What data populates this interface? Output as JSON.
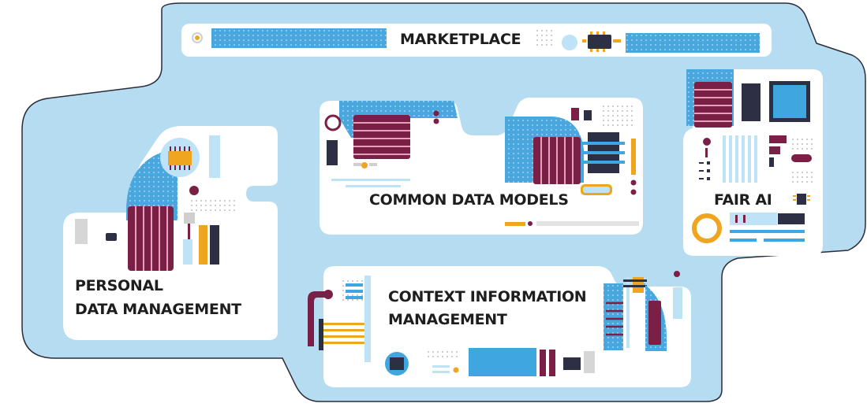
{
  "modules": {
    "marketplace": {
      "label": "MARKETPLACE"
    },
    "common_data_models": {
      "label": "COMMON DATA MODELS"
    },
    "fair_ai": {
      "label": "FAIR AI"
    },
    "personal_data_management": {
      "line1": "PERSONAL",
      "line2": "DATA MANAGEMENT"
    },
    "context_information_management": {
      "line1": "CONTEXT INFORMATION",
      "line2": "MANAGEMENT"
    }
  },
  "colors": {
    "background_blob": "#b5dcf0",
    "blob_outline": "#2b2b3a",
    "card": "#ffffff",
    "blue": "#3fa6e0",
    "dotted_blue": "#4aa7dd",
    "maroon": "#7a1f45",
    "orange": "#f0a520",
    "navy": "#2d2f45",
    "grey": "#cfcfcf",
    "light_blue": "#bfe3f6"
  }
}
